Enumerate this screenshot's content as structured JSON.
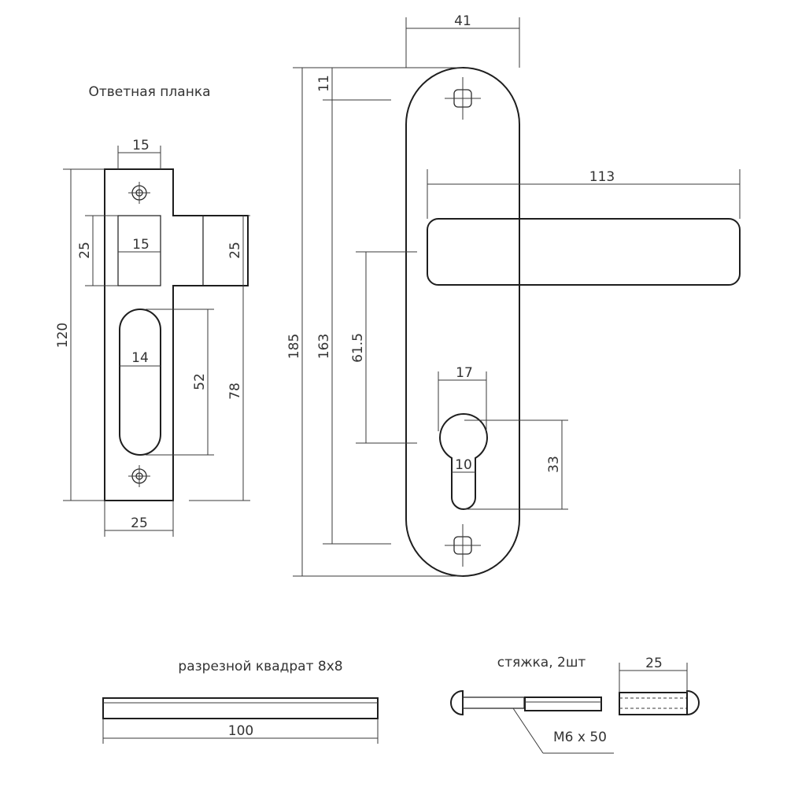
{
  "captions": {
    "strike_plate": "Ответная планка",
    "spindle": "разрезной квадрат 8х8",
    "bolts": "стяжка, 2шт",
    "bolt_spec": "М6 х 50"
  },
  "dimensions": {
    "strike_top_width": "15",
    "strike_inner_width": "15",
    "strike_window_height": "25",
    "strike_side_height": "25",
    "strike_height": "120",
    "strike_slot_width": "14",
    "strike_slot_height": "52",
    "strike_lower_height": "78",
    "strike_width": "25",
    "plate_width": "41",
    "plate_top_offset": "11",
    "plate_height": "185",
    "screw_spacing": "163",
    "handle_length": "113",
    "handle_to_cylinder": "61.5",
    "cylinder_width": "17",
    "cylinder_slot": "10",
    "cylinder_height": "33",
    "spindle_length": "100",
    "bolt_sleeve_length": "25"
  }
}
